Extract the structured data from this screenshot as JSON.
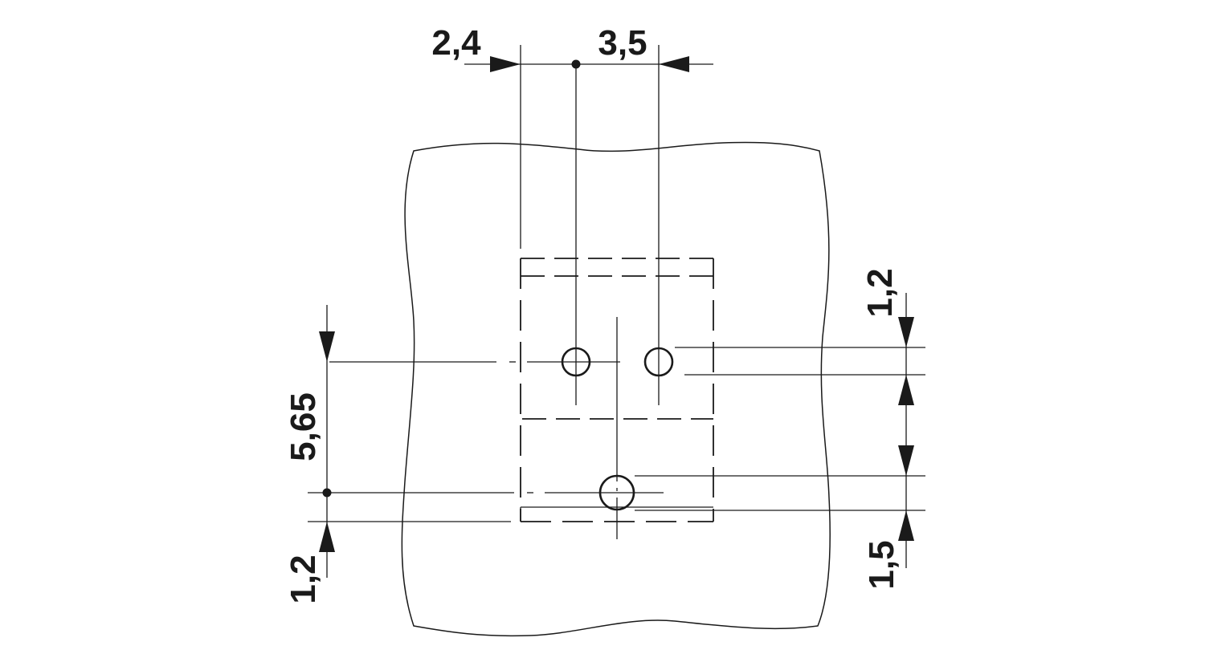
{
  "dimensions": {
    "top_left": "2,4",
    "top_right": "3,5",
    "left_height": "5,65",
    "left_bottom": "1,2",
    "right_top": "1,2",
    "right_bottom": "1,5"
  }
}
